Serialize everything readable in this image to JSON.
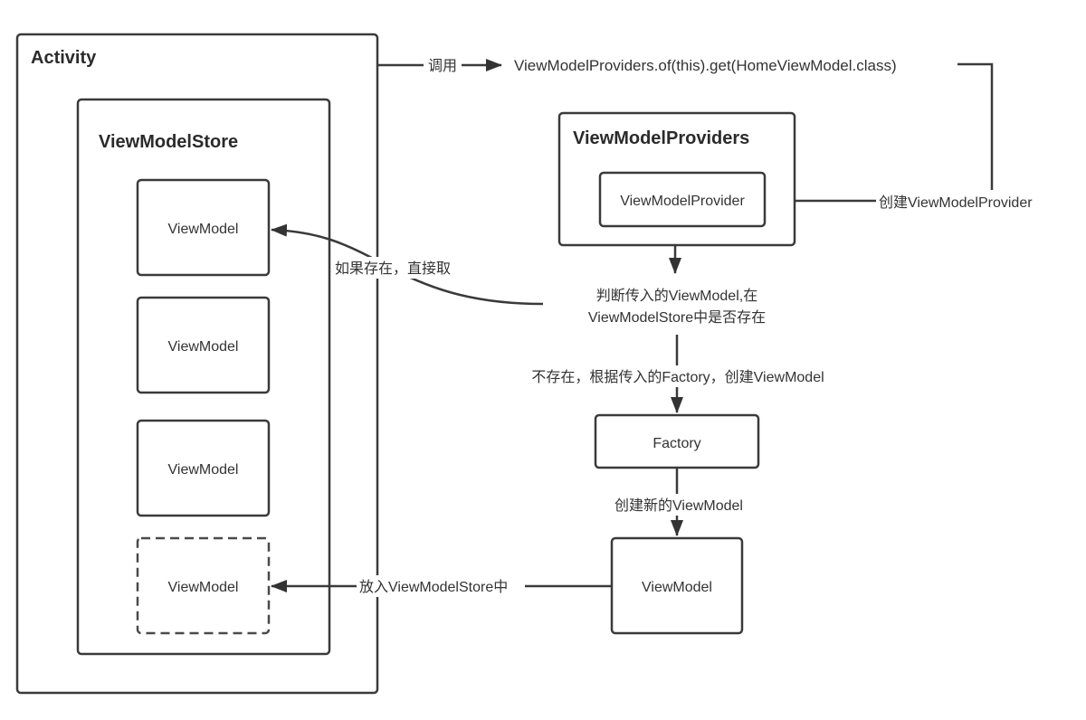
{
  "nodes": {
    "activity": {
      "title": "Activity"
    },
    "store": {
      "title": "ViewModelStore"
    },
    "store_items": [
      {
        "label": "ViewModel",
        "style": "solid"
      },
      {
        "label": "ViewModel",
        "style": "solid"
      },
      {
        "label": "ViewModel",
        "style": "solid"
      },
      {
        "label": "ViewModel",
        "style": "dashed"
      }
    ],
    "call_expression": "ViewModelProviders.of(this).get(HomeViewModel.class)",
    "providers": {
      "title": "ViewModelProviders"
    },
    "provider": {
      "label": "ViewModelProvider"
    },
    "check": {
      "line1": "判断传入的ViewModel,在",
      "line2": "ViewModelStore中是否存在"
    },
    "factory": {
      "label": "Factory"
    },
    "new_viewmodel": {
      "label": "ViewModel"
    }
  },
  "edges": {
    "call": "调用",
    "create_provider": "创建ViewModelProvider",
    "exists_take": "如果存在，直接取",
    "not_exists": "不存在，根据传入的Factory，创建ViewModel",
    "create_new": "创建新的ViewModel",
    "put_into_store": "放入ViewModelStore中"
  },
  "colors": {
    "stroke": "#3a3a3a",
    "text": "#333333",
    "background": "#ffffff"
  }
}
